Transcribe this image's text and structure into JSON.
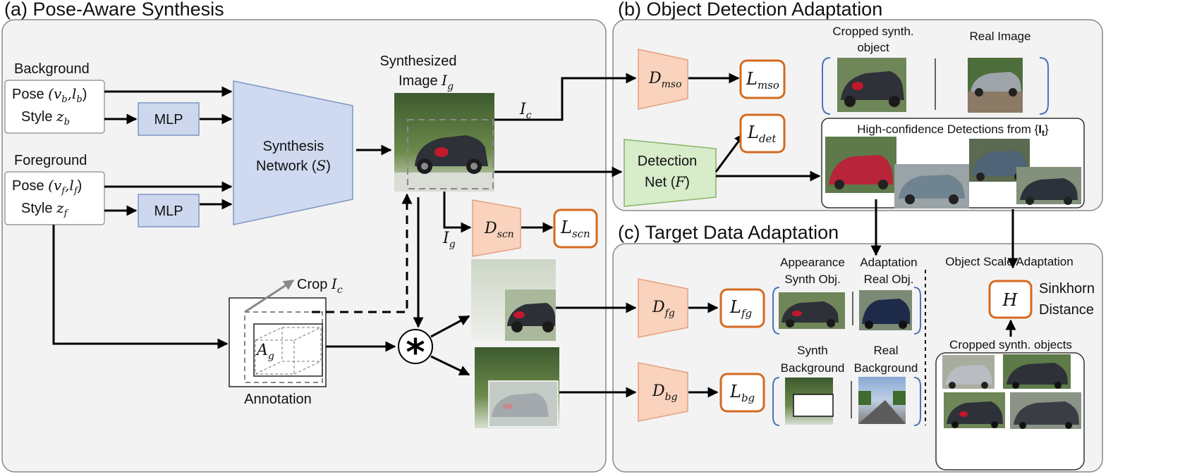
{
  "sections": {
    "a": "(a) Pose-Aware Synthesis",
    "b": "(b) Object Detection Adaptation",
    "c": "(c) Target Data Adaptation"
  },
  "inputs": {
    "background": "Background",
    "foreground": "Foreground",
    "pose": "Pose",
    "style": "Style",
    "pose_b_args": "(v",
    "sub_b": "b",
    "l_b": ",l",
    "close": ")",
    "z": "z",
    "sub_f": "f",
    "mlp": "MLP"
  },
  "synthesis": {
    "line1": "Synthesis",
    "line2": "Network (",
    "S": "S",
    "close": ")"
  },
  "synthesized_image": {
    "line1": "Synthesized",
    "line2": "Image",
    "I": "I",
    "g": "g",
    "c": "c"
  },
  "annotation": {
    "label": "Annotation",
    "crop": "Crop",
    "A": "A"
  },
  "detection": {
    "line1": "Detection",
    "line2": "Net (",
    "F": "F",
    "close": ")"
  },
  "nodes": {
    "D": "D",
    "L": "L",
    "mso": "mso",
    "scn": "scn",
    "det": "det",
    "fg": "fg",
    "bg": "bg",
    "H": "H"
  },
  "b_panel": {
    "cropped_synth_1": "Cropped synth.",
    "cropped_synth_2": "object",
    "real_image": "Real Image",
    "highconf": "High-confidence Detections from {",
    "It": "I",
    "t": "t",
    "close": "}"
  },
  "c_panel": {
    "appearance": "Appearance",
    "adaptation": "Adaptation",
    "synth_obj": "Synth Obj.",
    "real_obj": "Real Obj.",
    "synth": "Synth",
    "background": "Background",
    "real": "Real",
    "object_scale": "Object Scale Adaptation",
    "sinkhorn": "Sinkhorn",
    "distance": "Distance",
    "cropped_synth_objects": "Cropped synth. objects"
  },
  "colors": {
    "mlp_fill": "#cdd8ee",
    "synthesis_fill": "#cfd9ef",
    "disc_fill": "#f9d3bd",
    "loss_border": "#d46a1f",
    "det_fill": "#d7ecc9",
    "panel_fill": "#f3f3f3",
    "bracket": "#4a74b8"
  }
}
